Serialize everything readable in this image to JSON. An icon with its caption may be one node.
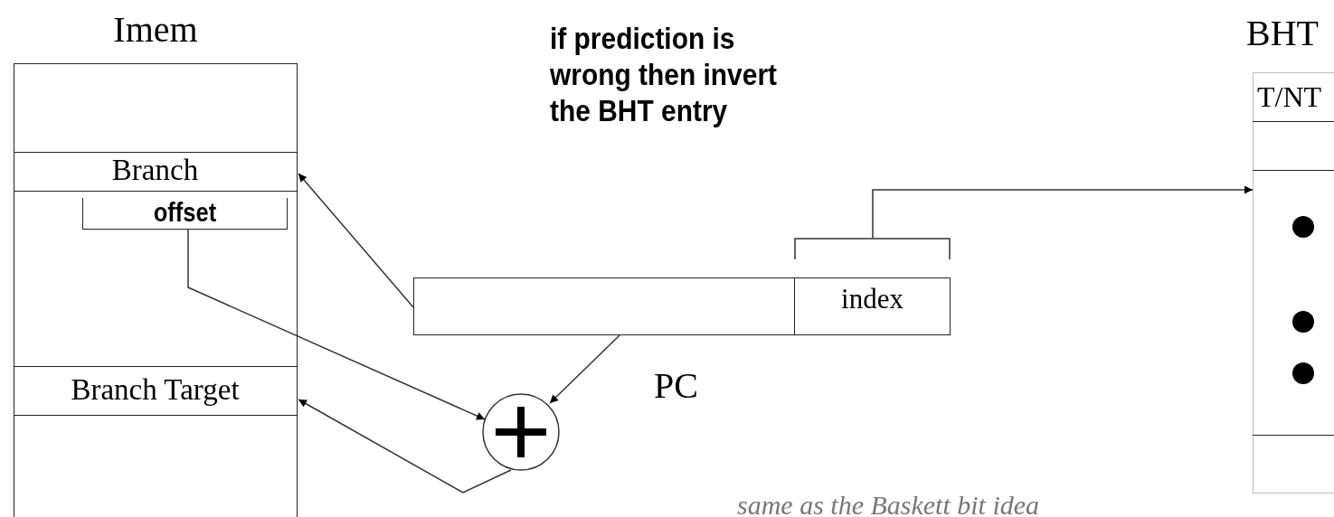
{
  "diagram": {
    "nodes": [
      {
        "text": [
          "Imem"
        ]
      },
      {
        "text": [
          "Branch"
        ],
        "in": 0
      },
      {
        "text": [
          "offset"
        ],
        "in": 0
      },
      {
        "text": [
          "Branch Target"
        ],
        "in": 0
      },
      {
        "text": [],
        "shape": "box",
        "beside": [
          "PC"
        ]
      },
      {
        "text": [
          "index"
        ],
        "in": 4
      },
      {
        "text": [],
        "shape": "circle"
      },
      {
        "text": [
          "BHT",
          "T/NT"
        ]
      }
    ],
    "edges": [
      {
        "from": 2,
        "to": 6,
        "arrow": "to"
      },
      {
        "from": 4,
        "to": 6,
        "arrow": "to"
      },
      {
        "from": 6,
        "to": 3,
        "arrow": "to"
      },
      {
        "from": 4,
        "to": 1,
        "arrow": "to"
      },
      {
        "from": 5,
        "to": 7,
        "arrow": "to"
      }
    ],
    "labels": [
      "if prediction is wrong then invert the BHT entry",
      "same as the Baskett bit idea"
    ]
  }
}
